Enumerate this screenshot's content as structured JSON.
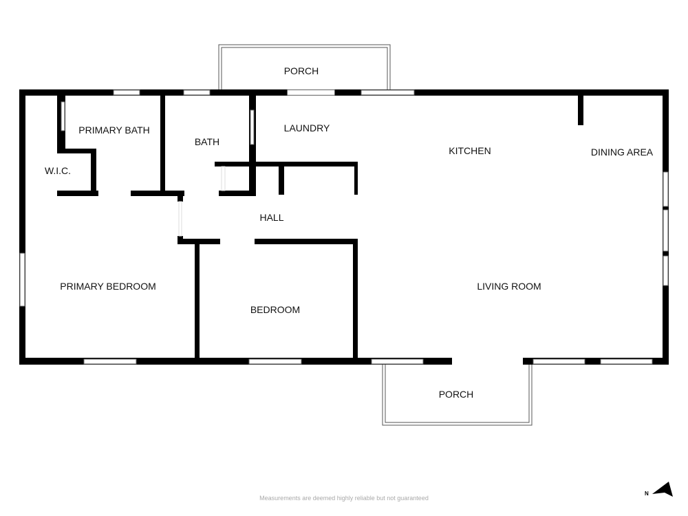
{
  "rooms": {
    "porch_top": "PORCH",
    "primary_bath": "PRIMARY BATH",
    "bath": "BATH",
    "laundry": "LAUNDRY",
    "kitchen": "KITCHEN",
    "dining_area": "DINING AREA",
    "wic": "W.I.C.",
    "hall": "HALL",
    "primary_bedroom": "PRIMARY BEDROOM",
    "bedroom": "BEDROOM",
    "living_room": "LIVING ROOM",
    "porch_bottom": "PORCH"
  },
  "footer": "Measurements are deemed highly reliable but not guaranteed",
  "compass": {
    "label": "N",
    "icon": "north-arrow-icon"
  },
  "colors": {
    "wall": "#000000",
    "window": "#ffffff",
    "footer_text": "#aaaaaa"
  }
}
